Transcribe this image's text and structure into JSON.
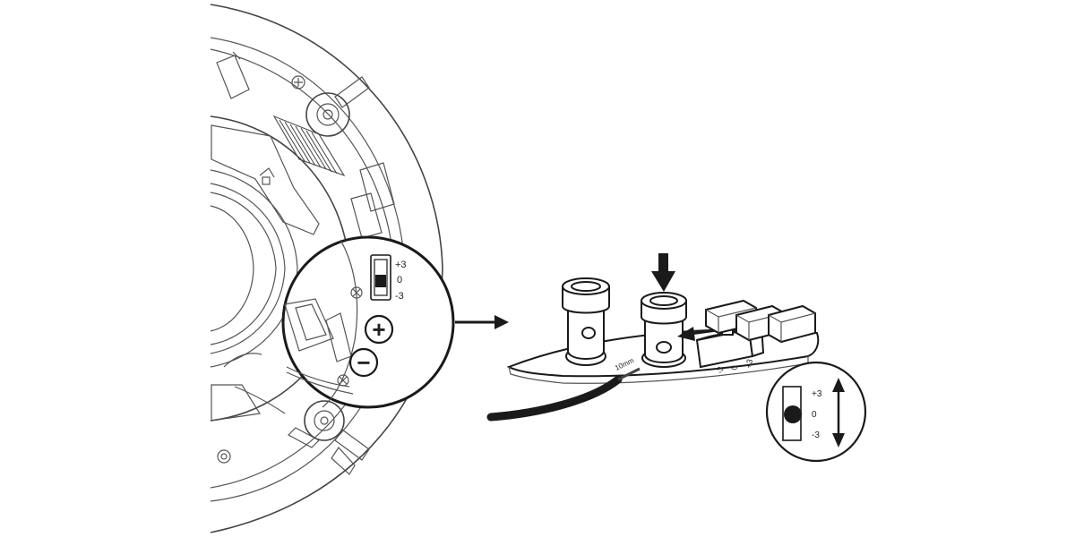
{
  "colors": {
    "ink": "#1a1a1a",
    "line": "#555555",
    "paper": "#ffffff",
    "cable": "#1a1a1a"
  },
  "speaker_detail": {
    "switch_labels": [
      "+3",
      "0",
      "-3"
    ],
    "terminal_positive": "+",
    "terminal_negative": "−"
  },
  "board_detail": {
    "strip_length_label": "10mm",
    "switch_labels": [
      "-3",
      "0",
      "+3"
    ]
  },
  "switch_inset": {
    "labels": [
      "+3",
      "0",
      "-3"
    ]
  }
}
